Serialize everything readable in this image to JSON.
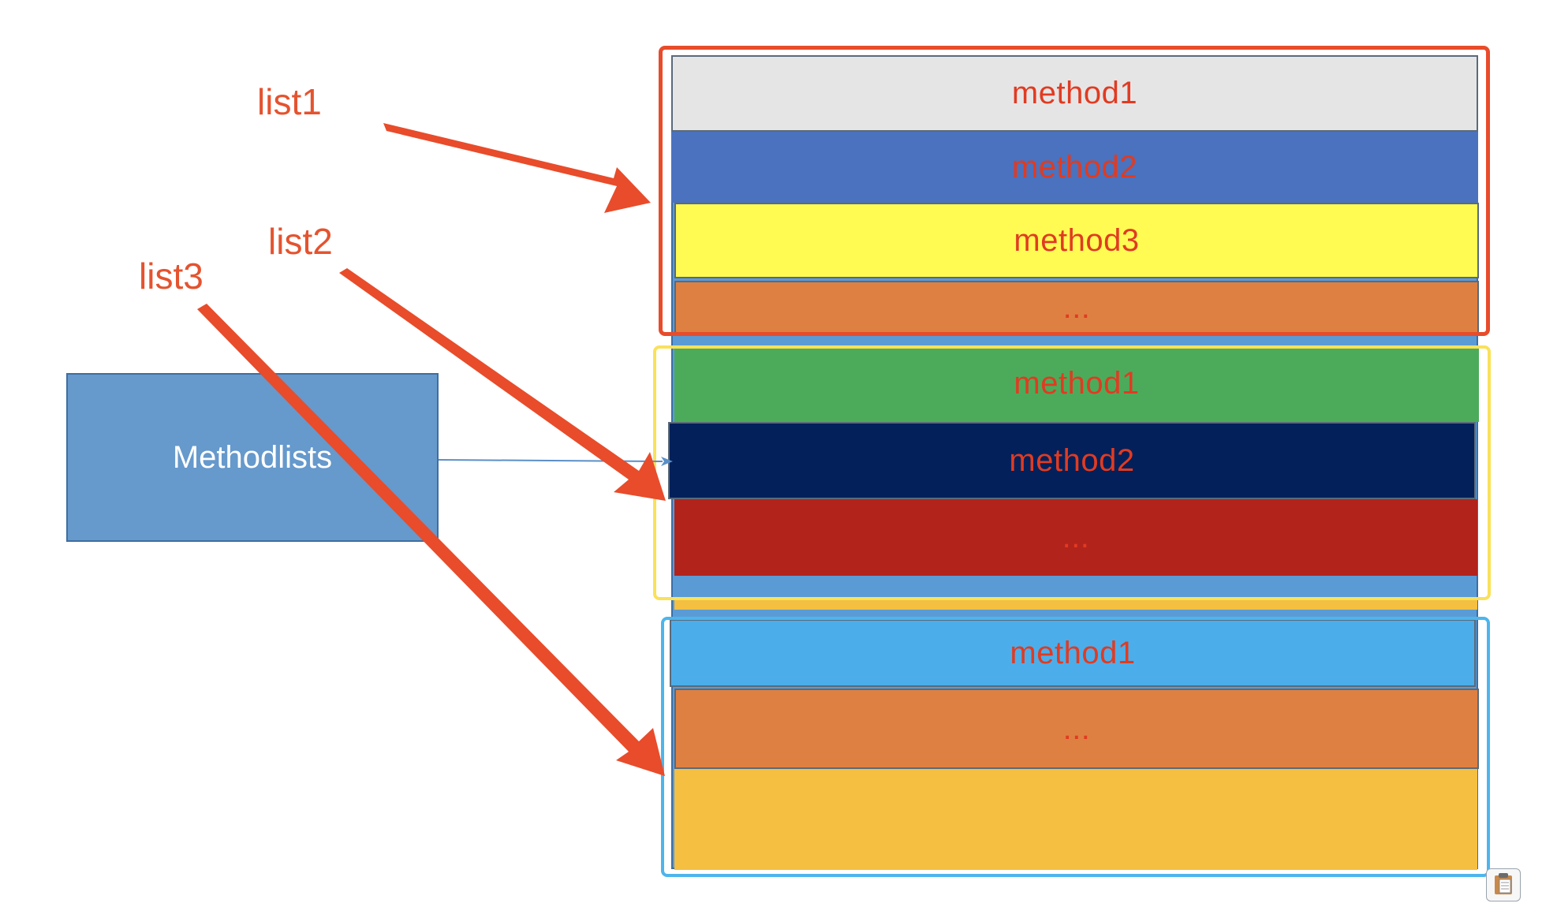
{
  "labels": {
    "list1": "list1",
    "list2": "list2",
    "list3": "list3"
  },
  "method_box": {
    "label": "Methodlists"
  },
  "groups": {
    "list1": {
      "outline_color": "#E84C2B",
      "rows": [
        "method1",
        "method2",
        "method3",
        "..."
      ]
    },
    "list2": {
      "outline_color": "#F9E15A",
      "rows": [
        "method1",
        "method2",
        "..."
      ]
    },
    "list3": {
      "outline_color": "#4DB5EC",
      "rows": [
        "method1",
        "...",
        ""
      ]
    }
  },
  "colors": {
    "arrow": "#E84C2B",
    "text_red": "#E03B22",
    "method_box": "#6699CC",
    "stack_bg": "#5B9BD5",
    "row_gray": "#E6E5E5",
    "row_blue": "#4A72BE",
    "row_yellow": "#FFFB52",
    "row_orange": "#DF8043",
    "row_green": "#4CAB5A",
    "row_navy": "#03205A",
    "row_darkred": "#B2231B",
    "row_skyblue": "#4BAEEA",
    "row_gold": "#F5BF41"
  },
  "icons": {
    "clipboard": "clipboard-icon"
  }
}
